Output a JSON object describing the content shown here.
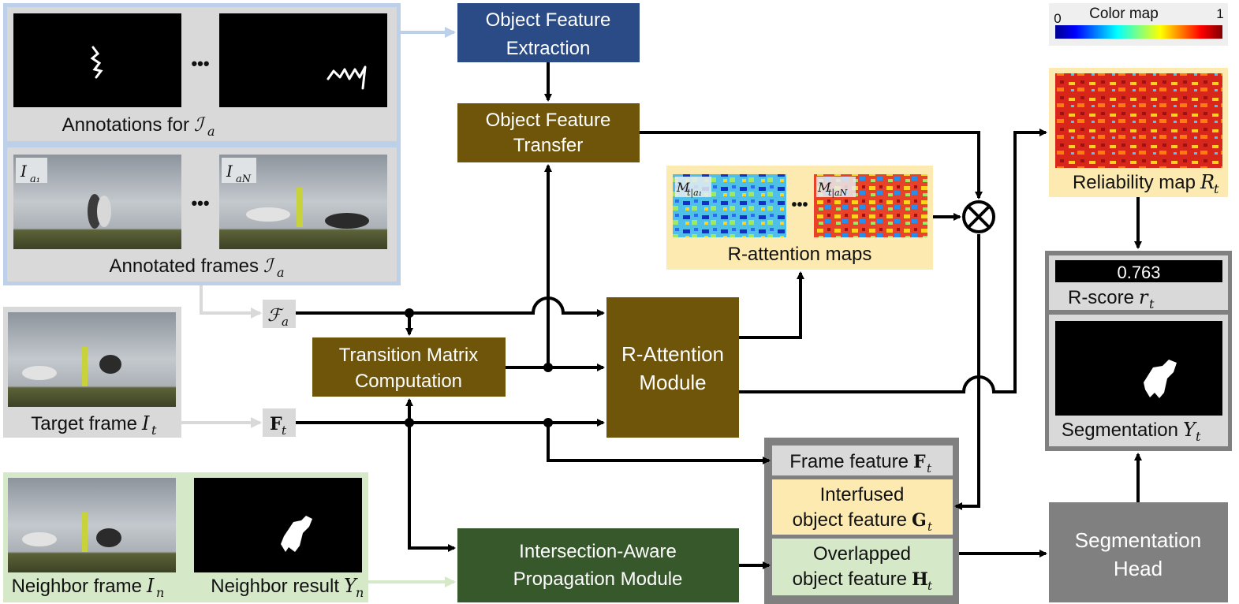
{
  "colorbar": {
    "title": "Color map",
    "min": "0",
    "max": "1"
  },
  "inputs": {
    "annotations_caption": "Annotations for",
    "annotations_symbol": "ℐ",
    "annotations_sub": "a",
    "frames_caption": "Annotated frames",
    "frames_symbol": "ℐ",
    "frames_sub": "a",
    "frame1_tag": "I",
    "frame1_sub": "a₁",
    "frameN_tag": "I",
    "frameN_sub": "aN",
    "ellipsis": "•••",
    "target_caption": "Target frame",
    "target_symbol": "I",
    "target_sub": "t",
    "neighbor_frame_caption": "Neighbor frame",
    "neighbor_frame_symbol": "I",
    "neighbor_frame_sub": "n",
    "neighbor_result_caption": "Neighbor result",
    "neighbor_result_symbol": "Y",
    "neighbor_result_sub": "n"
  },
  "features": {
    "fa_symbol": "ℱ",
    "fa_sub": "a",
    "ft_symbol": "F",
    "ft_sub": "t"
  },
  "modules": {
    "object_feature_extraction": [
      "Object Feature",
      "Extraction"
    ],
    "object_feature_transfer": [
      "Object Feature",
      "Transfer"
    ],
    "transition_matrix": [
      "Transition Matrix",
      "Computation"
    ],
    "r_attention": [
      "R-Attention",
      "Module"
    ],
    "intersection_aware": [
      "Intersection-Aware",
      "Propagation Module"
    ],
    "segmentation_head": [
      "Segmentation",
      "Head"
    ]
  },
  "attention_maps": {
    "caption": "R-attention maps",
    "map1_tag": "M",
    "map1_sub": "t|a₁",
    "mapN_tag": "M",
    "mapN_sub": "t|aN",
    "ellipsis": "•••"
  },
  "reliability": {
    "caption": "Reliability map",
    "symbol": "R",
    "sub": "t"
  },
  "output": {
    "score_value": "0.763",
    "score_caption": "R-score",
    "score_symbol": "r",
    "score_sub": "t",
    "seg_caption": "Segmentation",
    "seg_symbol": "Y",
    "seg_sub": "t"
  },
  "feature_stack": {
    "frame_feature": "Frame feature",
    "frame_symbol": "F",
    "frame_sub": "t",
    "interfused_line1": "Interfused",
    "interfused_line2": "object feature",
    "interfused_symbol": "G",
    "interfused_sub": "t",
    "overlapped_line1": "Overlapped",
    "overlapped_line2": "object feature",
    "overlapped_symbol": "H",
    "overlapped_sub": "t"
  },
  "colors": {
    "extraction_blue": "#2a4b85",
    "module_brown": "#6e5509",
    "module_green": "#36582a",
    "head_gray": "#808080",
    "panel_blue_border": "#bdd0ea",
    "panel_gray": "#d9d9d9",
    "panel_green": "#d5e8c8",
    "panel_yellow": "#fdeab0",
    "sky": "#a6adb5",
    "grass": "#4e5530"
  },
  "icons": {
    "multiply": "circled-times-icon",
    "arrow": "arrowhead-icon"
  }
}
